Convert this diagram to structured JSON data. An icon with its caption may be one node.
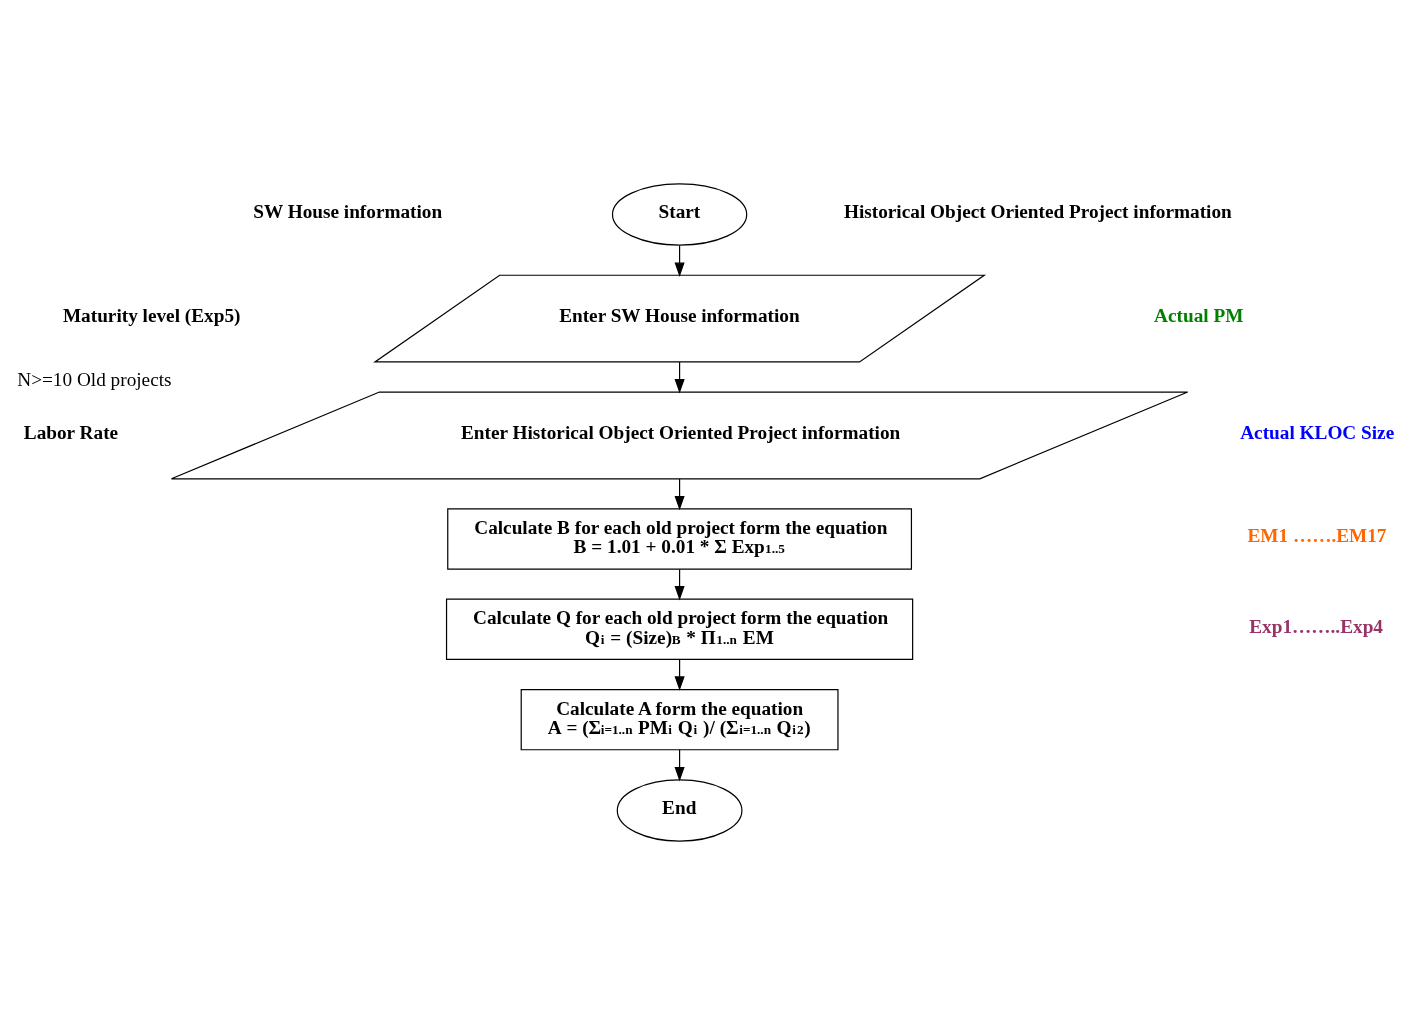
{
  "diagram": {
    "nodes": [
      {
        "text": [
          "Start"
        ]
      },
      {
        "text": [
          "Enter SW House information"
        ]
      },
      {
        "text": [
          "Enter Historical Object Oriented Project information"
        ],
        "beside": [
          "N>=10 Old projects"
        ]
      },
      {
        "text": [
          "Calculate B for each old project form the equation",
          "B = 1.01 + 0.01 * Σ Exp$_{1..5}$"
        ]
      },
      {
        "text": [
          "Calculate Q for each old project form the equation",
          "Q$_{i}$ = (Size)$^{B}$ * Π$_{1..n}$ EM"
        ]
      },
      {
        "text": [
          "Calculate A form the equation",
          "A = (Σ$_{i=1..n}$ PM$_{i}$ Q$_{i}$ )/ (Σ$_{i=1..n}$ Q$_{i}$$^{2}$)"
        ]
      },
      {
        "text": [
          "End"
        ]
      }
    ],
    "edges": [
      {
        "from": 0,
        "to": 1,
        "arrow": "to"
      },
      {
        "from": 1,
        "to": 2,
        "arrow": "to"
      },
      {
        "from": 2,
        "to": 3,
        "arrow": "to"
      },
      {
        "from": 3,
        "to": 4,
        "arrow": "to"
      },
      {
        "from": 4,
        "to": 5,
        "arrow": "to"
      },
      {
        "from": 5,
        "to": 6,
        "arrow": "to"
      }
    ],
    "labels": [
      "SW House information",
      "Historical Object Oriented Project information",
      "Maturity level (Exp5)",
      "Labor Rate",
      "Actual PM",
      "Actual KLOC Size",
      "EM1 …….EM17",
      "Exp1……..Exp4"
    ]
  }
}
